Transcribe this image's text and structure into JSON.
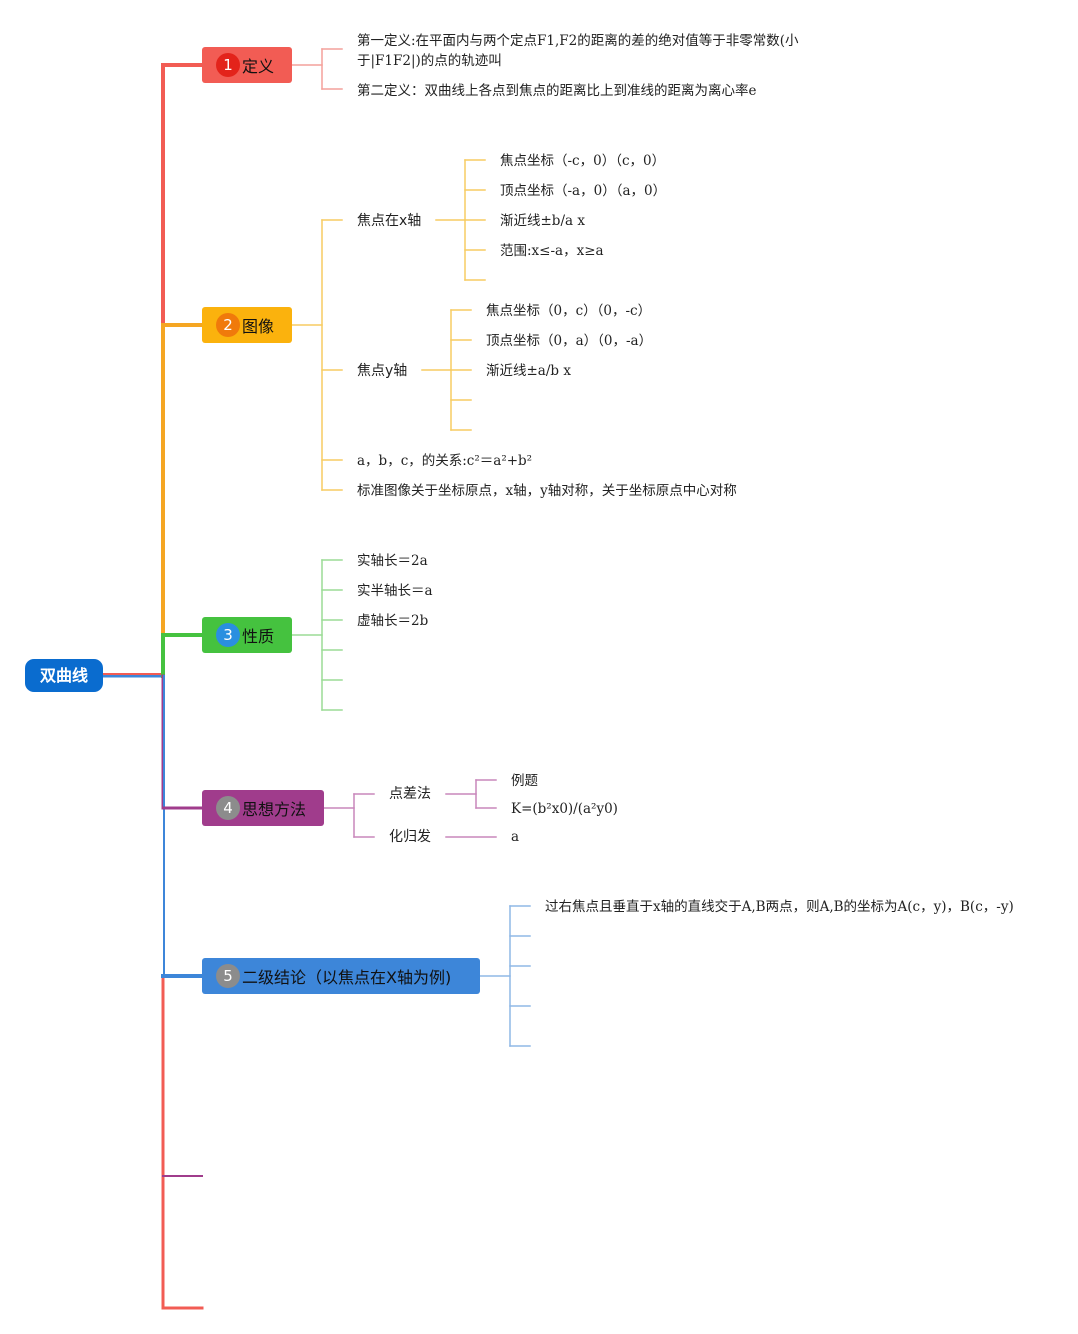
{
  "root": {
    "label": "双曲线"
  },
  "colors": {
    "red": "#f25c54",
    "orange": "#f5a623",
    "green": "#45c23f",
    "purple": "#a03c8c",
    "blue": "#3d86d9",
    "root": "#0a6ccf",
    "numRed": "#e3231b",
    "numOrange": "#f07a0b",
    "numBlue": "#2a8fe0",
    "numGray": "#8c8c8c"
  },
  "branches": [
    {
      "num": "1",
      "label": "定义"
    },
    {
      "num": "2",
      "label": "图像"
    },
    {
      "num": "3",
      "label": "性质"
    },
    {
      "num": "4",
      "label": "思想方法"
    },
    {
      "num": "5",
      "label": "二级结论（以焦点在X轴为例)"
    }
  ],
  "definition": {
    "first_line1": "第一定义:在平面内与两个定点F1,F2的距离的差的绝对值等于非零常数(小",
    "first_line2": "于|F1F2|)的点的轨迹叫",
    "second": "第二定义：双曲线上各点到焦点的距离比上到准线的距离为离心率e"
  },
  "graph": {
    "x_axis": {
      "label": "焦点在x轴",
      "items": [
        "焦点坐标（-c，0）（c，0）",
        "顶点坐标（-a，0）（a，0）",
        "渐近线±b/a x",
        "范围:x≤-a，x≥a"
      ]
    },
    "y_axis": {
      "label": "焦点y轴",
      "items": [
        "焦点坐标（0，c）（0，-c）",
        "顶点坐标（0，a）（0，-a）",
        "渐近线±a/b x"
      ]
    },
    "relation": "a，b，c，的关系:c²＝a²+b²",
    "symmetry": "标准图像关于坐标原点，x轴，y轴对称，关于坐标原点中心对称"
  },
  "property": {
    "items": [
      "实轴长＝2a",
      "实半轴长＝a",
      "虚轴长＝2b"
    ]
  },
  "method": {
    "point_diff": {
      "label": "点差法",
      "items": [
        "例题",
        "K=(b²x0)/(a²y0)"
      ]
    },
    "reduction": {
      "label": "化归发",
      "items": [
        "a"
      ]
    }
  },
  "conclusion": {
    "items": [
      "过右焦点且垂直于x轴的直线交于A,B两点，则A,B的坐标为A(c，y)，B(c，-y)"
    ]
  }
}
